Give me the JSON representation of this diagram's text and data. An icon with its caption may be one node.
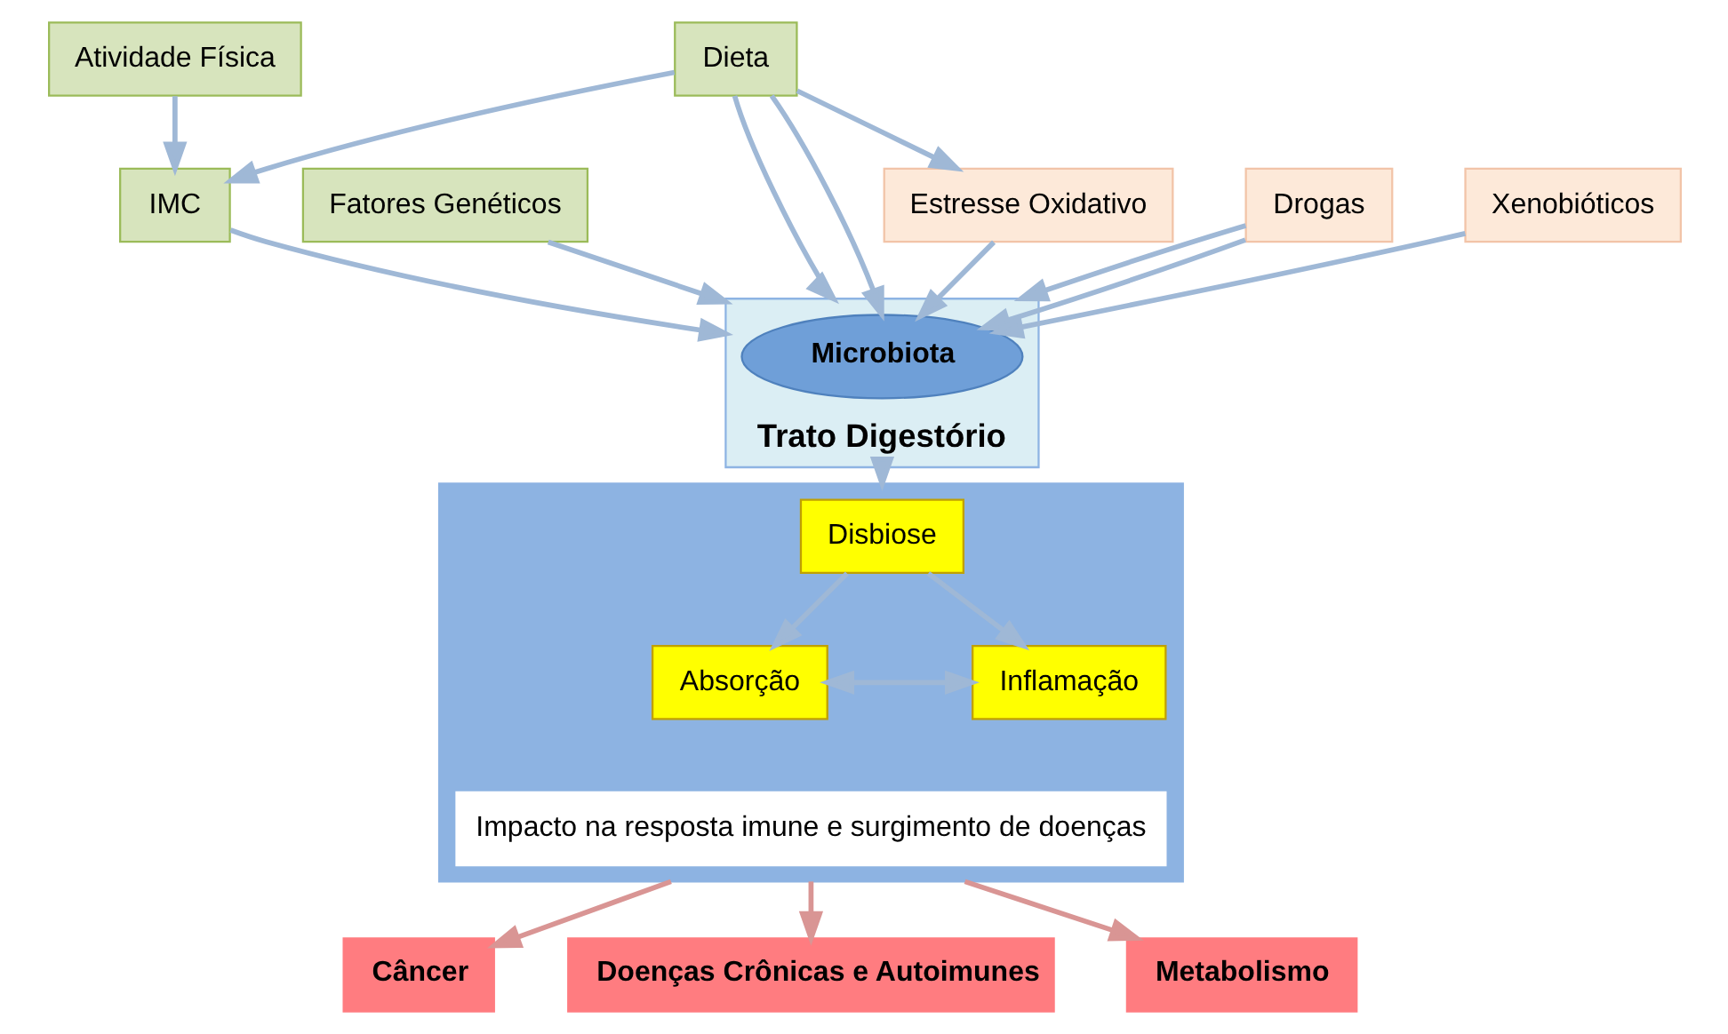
{
  "diagram": {
    "nodes": [
      {
        "text": [
          "Atividade Física"
        ]
      },
      {
        "text": [
          "IMC"
        ]
      },
      {
        "text": [
          "Trato Digestório"
        ]
      },
      {
        "text": [
          "Microbiota"
        ],
        "in": 2
      },
      {
        "text": [
          "Fatores Genéticos"
        ]
      },
      {
        "text": [
          "Dieta"
        ]
      },
      {
        "text": [
          "Drogas"
        ]
      },
      {
        "text": [
          "Estresse Oxidativo"
        ]
      },
      {
        "text": [
          "Xenobióticos"
        ]
      },
      {
        "text": [],
        "shape": "box"
      },
      {
        "text": [
          "Disbiose"
        ],
        "in": 9
      },
      {
        "text": [
          "Absorção"
        ],
        "in": 9
      },
      {
        "text": [
          "Inflamação"
        ],
        "in": 9
      },
      {
        "text": [
          "Impacto na resposta imune e surgimento de doenças"
        ],
        "in": 9
      },
      {
        "text": [
          "Câncer"
        ]
      },
      {
        "text": [
          "Doenças Crônicas e Autoimunes"
        ]
      },
      {
        "text": [
          "Metabolismo"
        ]
      }
    ],
    "edges": [
      {
        "from": 0,
        "to": 1,
        "arrow": "to"
      },
      {
        "from": 1,
        "to": 2,
        "arrow": "to"
      },
      {
        "from": 5,
        "to": 1,
        "arrow": "to"
      },
      {
        "from": 5,
        "to": 7,
        "arrow": "to"
      },
      {
        "from": 5,
        "to": 2,
        "arrow": "to"
      },
      {
        "from": 5,
        "to": 3,
        "arrow": "to"
      },
      {
        "from": 7,
        "to": 3,
        "arrow": "to"
      },
      {
        "from": 4,
        "to": 2,
        "arrow": "to"
      },
      {
        "from": 6,
        "to": 2,
        "arrow": "to"
      },
      {
        "from": 6,
        "to": 3,
        "arrow": "to"
      },
      {
        "from": 8,
        "to": 3,
        "arrow": "to"
      },
      {
        "from": 2,
        "to": 9,
        "arrow": "to"
      },
      {
        "from": 10,
        "to": 11,
        "arrow": "to"
      },
      {
        "from": 10,
        "to": 12,
        "arrow": "to"
      },
      {
        "from": 11,
        "to": 12,
        "arrow": "both"
      },
      {
        "from": 9,
        "to": 14,
        "arrow": "to",
        "color": "#d99594"
      },
      {
        "from": 9,
        "to": 15,
        "arrow": "to",
        "color": "#d99594"
      },
      {
        "from": 9,
        "to": 16,
        "arrow": "to",
        "color": "#d99594"
      }
    ]
  }
}
